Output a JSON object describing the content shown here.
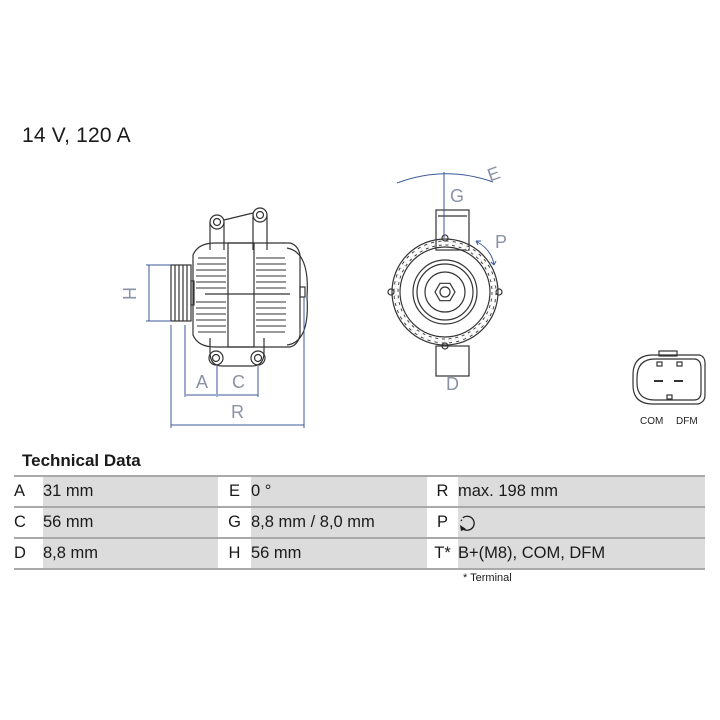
{
  "header": {
    "title": "14 V, 120 A"
  },
  "drawing": {
    "side_view_labels": {
      "H": "H",
      "A": "A",
      "C": "C",
      "R": "R"
    },
    "front_view_labels": {
      "E": "E",
      "G": "G",
      "P": "P",
      "D": "D"
    },
    "connector": {
      "pin1": "COM",
      "pin2": "DFM"
    },
    "dimension_color": "#3b5a9a"
  },
  "technical_data": {
    "title": "Technical Data",
    "rows": [
      [
        {
          "label": "A",
          "value": "31 mm"
        },
        {
          "label": "E",
          "value": "0 °"
        },
        {
          "label": "R",
          "value": "max. 198 mm"
        }
      ],
      [
        {
          "label": "C",
          "value": "56 mm"
        },
        {
          "label": "G",
          "value": "8,8 mm / 8,0 mm"
        },
        {
          "label": "P",
          "value": "",
          "icon": "rotation-clockwise-icon"
        }
      ],
      [
        {
          "label": "D",
          "value": "8,8 mm"
        },
        {
          "label": "H",
          "value": "56 mm"
        },
        {
          "label": "T*",
          "value": "B+(M8), COM, DFM"
        }
      ]
    ],
    "footnote": "* Terminal"
  }
}
